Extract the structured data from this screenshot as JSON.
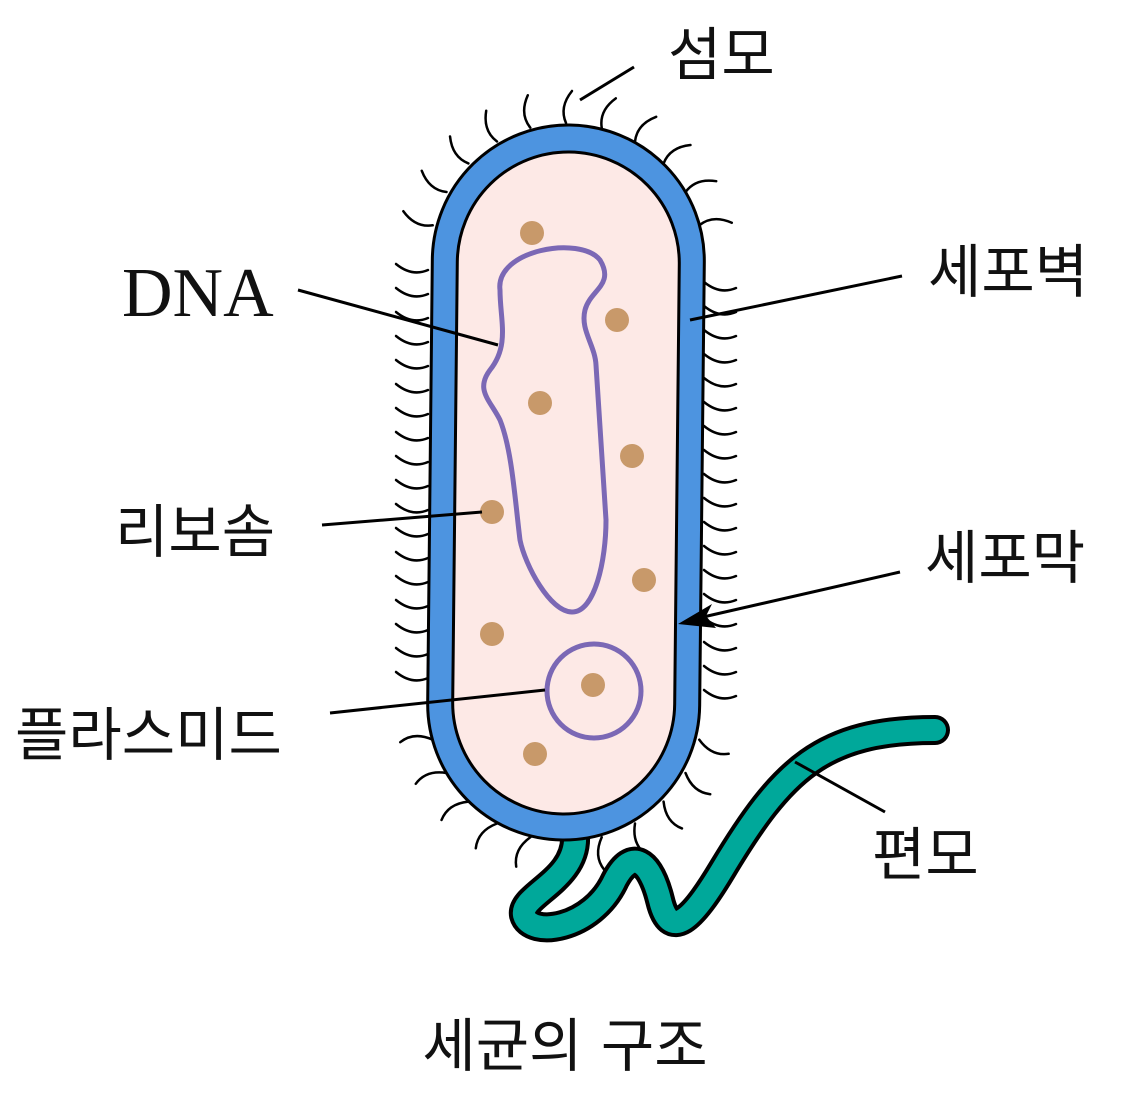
{
  "labels": {
    "pili": "섬모",
    "dna": "DNA",
    "cell_wall": "세포벽",
    "ribosome": "리보솜",
    "cell_membrane": "세포막",
    "plasmid": "플라스미드",
    "flagellum": "편모"
  },
  "title": "세균의 구조",
  "colors": {
    "cell_wall": "#4d94e0",
    "cytoplasm": "#fde9e6",
    "dna": "#7b68b5",
    "ribosome": "#c8996a",
    "flagellum": "#00a89a"
  }
}
